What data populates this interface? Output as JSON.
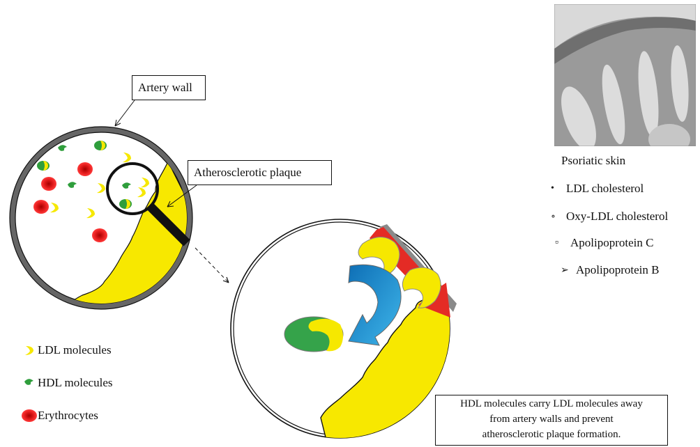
{
  "callouts": {
    "artery_wall": "Artery wall",
    "plaque": "Atherosclerotic plaque"
  },
  "legend": {
    "ldl": "LDL molecules",
    "hdl": "HDL molecules",
    "erythrocytes": "Erythrocytes"
  },
  "caption": {
    "line1": "HDL molecules carry LDL molecules away",
    "line2": "from artery walls and prevent",
    "line3": "atherosclerotic plaque formation."
  },
  "skin": {
    "label": "Psoriatic skin",
    "items": [
      {
        "marker": "•",
        "text": "LDL cholesterol"
      },
      {
        "marker": "∘",
        "text": "Oxy-LDL cholesterol"
      },
      {
        "marker": "▫",
        "text": "Apolipoprotein C"
      },
      {
        "marker": "➢",
        "text": "Apolipoprotein B"
      }
    ]
  },
  "colors": {
    "ldl": "#f6e800",
    "hdl": "#2f9e3c",
    "erythrocyte": "#e02020",
    "plaque": "#f7e800",
    "wall": "#6e6e6e",
    "arrow_red": "#e42b25",
    "arrow_blue": "#1d8fd0"
  }
}
